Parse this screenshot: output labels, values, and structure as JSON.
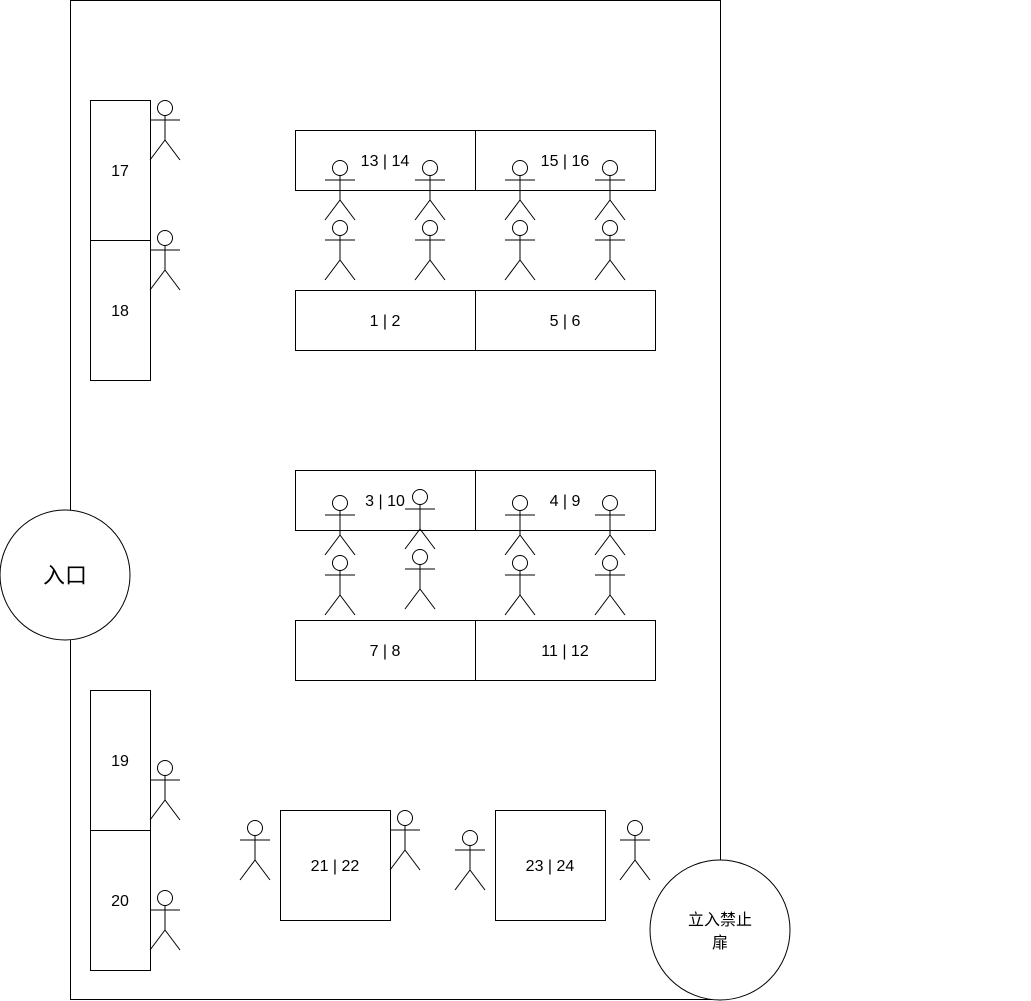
{
  "room": {
    "entrance_label": "入口",
    "no_entry_door_line1": "立入禁止",
    "no_entry_door_line2": "扉"
  },
  "wall_desks": {
    "d17": "17",
    "d18": "18",
    "d19": "19",
    "d20": "20"
  },
  "table_groups": {
    "t13_14": "13 | 14",
    "t15_16": "15 | 16",
    "t1_2": "1 | 2",
    "t5_6": "5 | 6",
    "t3_10": "3 | 10",
    "t4_9": "4 | 9",
    "t7_8": "7 | 8",
    "t11_12": "11 | 12",
    "t21_22": "21 | 22",
    "t23_24": "23 | 24"
  }
}
